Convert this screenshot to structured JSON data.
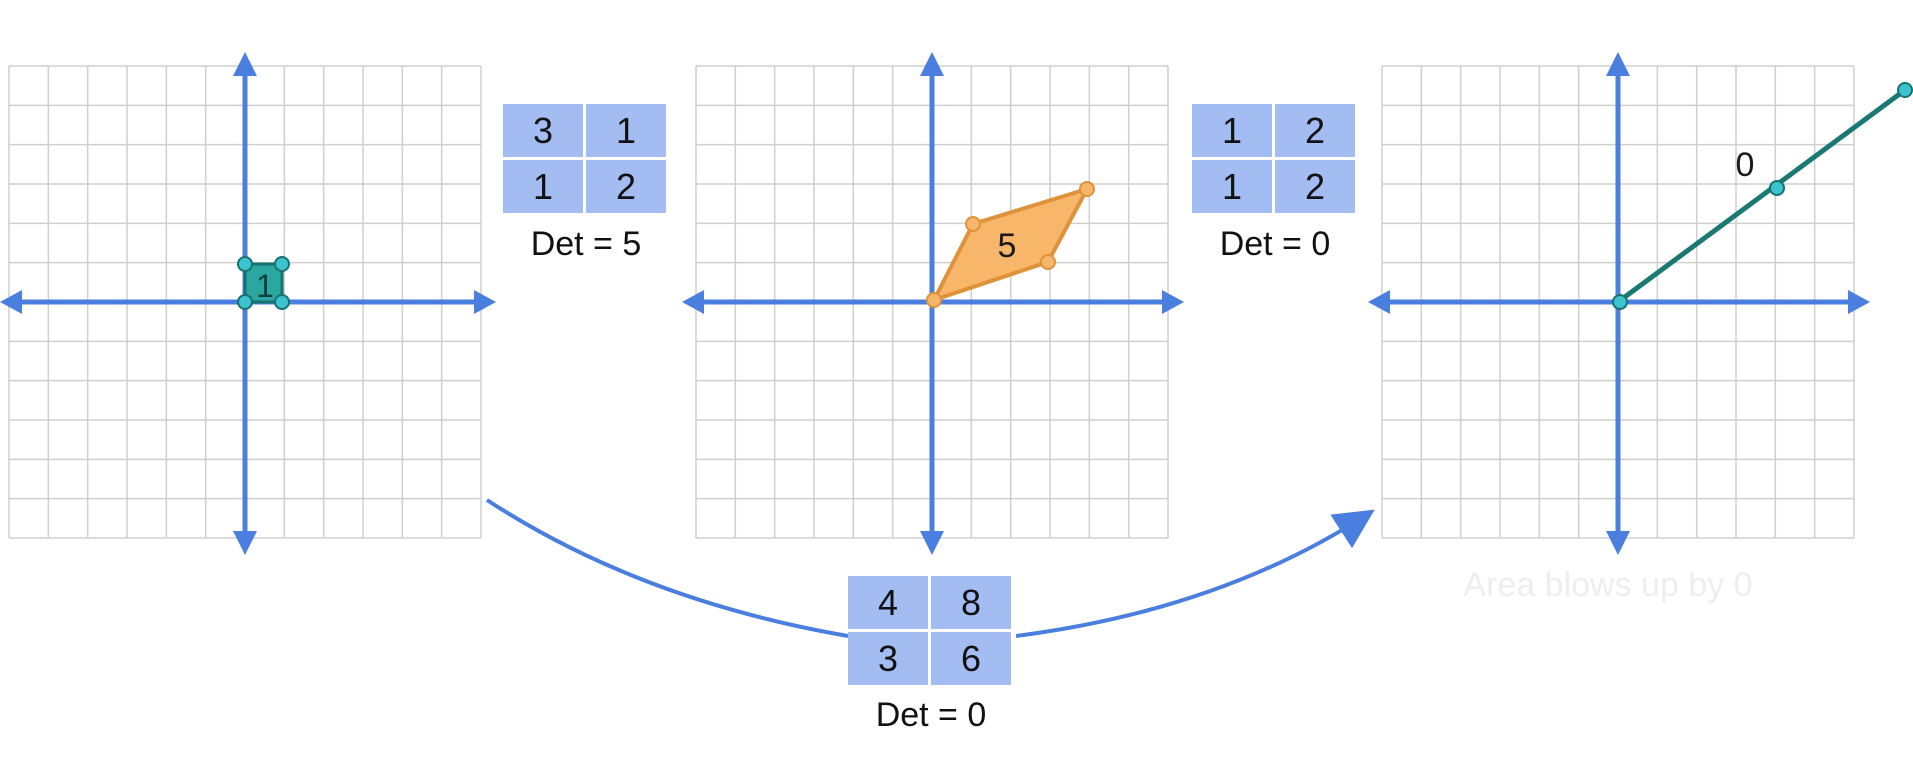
{
  "colors": {
    "axis": "#4a7fe0",
    "grid": "#cfcfcf",
    "matrix_cell": "#a3bdf3",
    "square_fill": "#2ba6a0",
    "square_stroke": "#17736e",
    "parallelogram_fill": "#f7b66a",
    "parallelogram_stroke": "#e0923a",
    "line": "#1a7a73",
    "node_teal": "#3cc3cf",
    "caption": "#eeeeee"
  },
  "panels": {
    "left": {
      "area_label": "1"
    },
    "middle": {
      "area_label": "5"
    },
    "right": {
      "area_label": "0"
    }
  },
  "matrix_a": {
    "cells": [
      "3",
      "1",
      "1",
      "2"
    ],
    "det": "Det = 5"
  },
  "matrix_b": {
    "cells": [
      "1",
      "2",
      "1",
      "2"
    ],
    "det": "Det = 0"
  },
  "matrix_c": {
    "cells": [
      "4",
      "8",
      "3",
      "6"
    ],
    "det": "Det = 0"
  },
  "caption": "Area blows up by 0"
}
